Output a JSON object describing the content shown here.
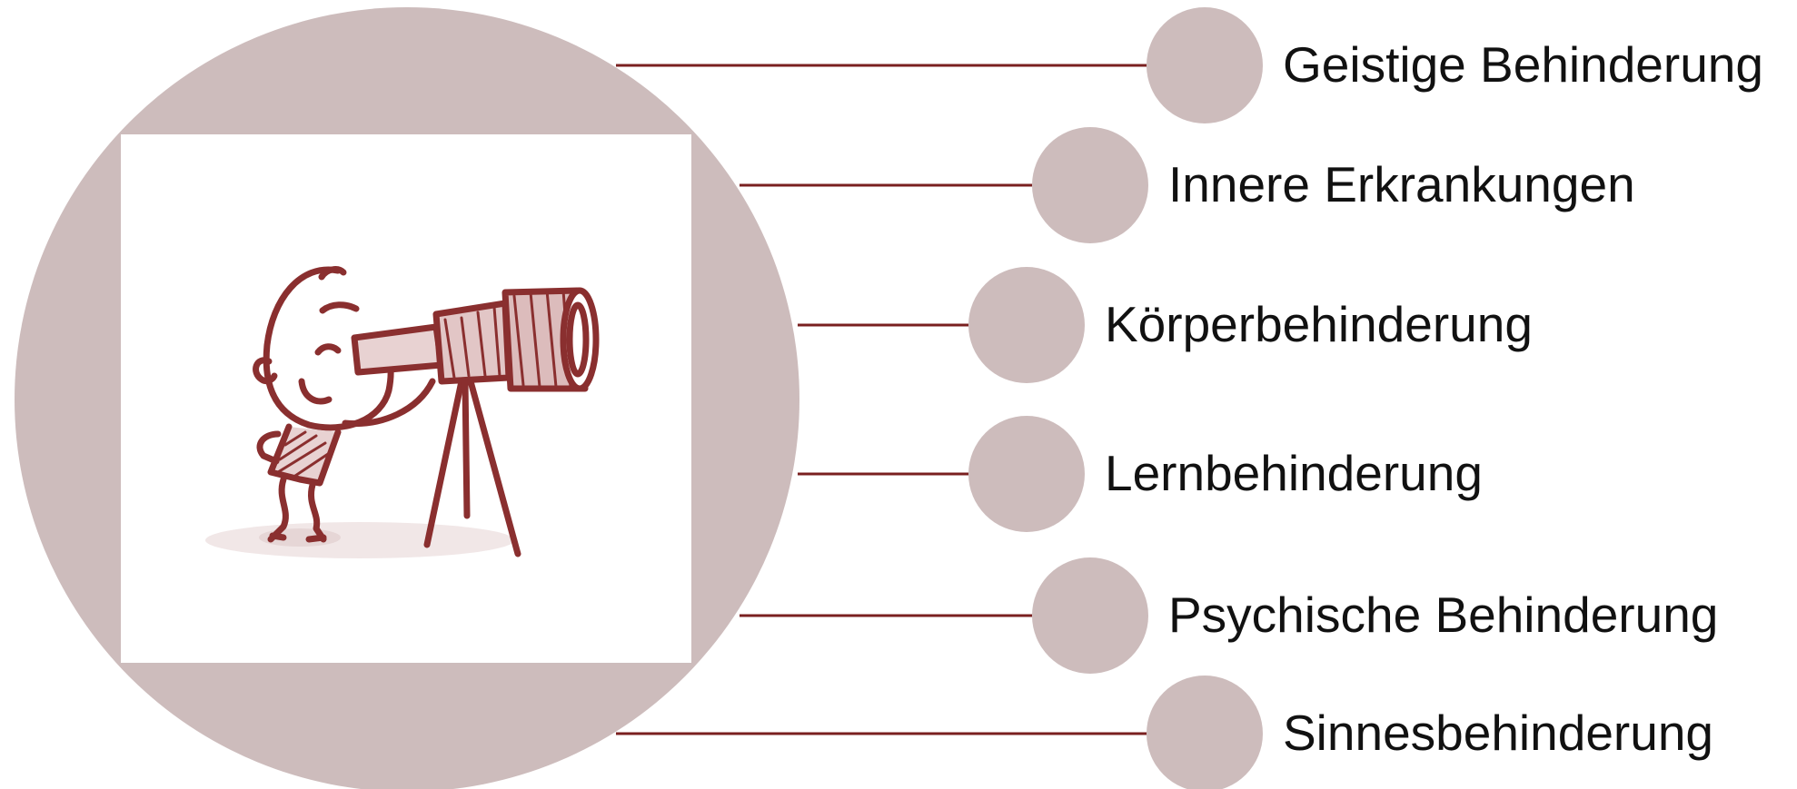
{
  "colors": {
    "circle_fill": "#cdbcbc",
    "connector_line": "#7a2020",
    "sketch_stroke": "#8a2f2f",
    "text": "#111111",
    "picture_background": "#ffffff"
  },
  "illustration": {
    "subject": "person-looking-through-telescope-sketch"
  },
  "items": [
    {
      "label": "Geistige Behinderung"
    },
    {
      "label": "Innere Erkrankungen"
    },
    {
      "label": "Körperbehinderung"
    },
    {
      "label": "Lernbehinderung"
    },
    {
      "label": "Psychische Behinderung"
    },
    {
      "label": "Sinnesbehinderung"
    }
  ]
}
